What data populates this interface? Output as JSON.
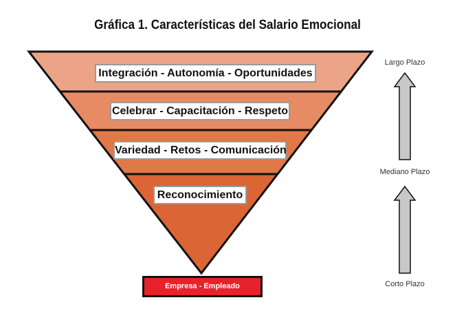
{
  "title": "Gráfica 1. Características del Salario Emocional",
  "levels": [
    {
      "label": "Integración - Autonomía - Oportunidades",
      "color": "#eba487"
    },
    {
      "label": "Celebrar - Capacitación - Respeto",
      "color": "#e68b63"
    },
    {
      "label": "Variedad - Retos - Comunicación",
      "color": "#e07848"
    },
    {
      "label": "Reconocimiento",
      "color": "#db6534"
    }
  ],
  "base": {
    "label": "Empresa - Empleado",
    "color": "#e8222b"
  },
  "timeline": {
    "top": "Largo Plazo",
    "middle": "Mediano Plazo",
    "bottom": "Corto Plazo",
    "arrow_color": "#c8c8c8"
  }
}
